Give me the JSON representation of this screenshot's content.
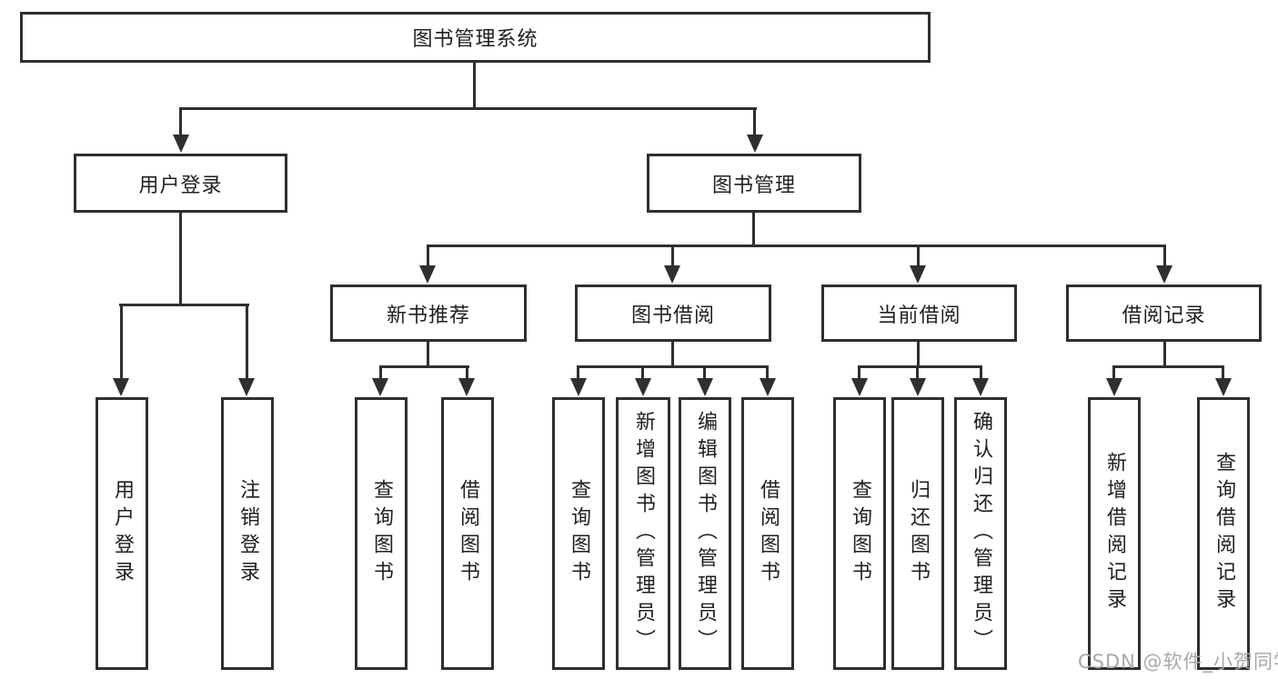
{
  "diagram": {
    "type": "hierarchy-tree",
    "root": {
      "label": "图书管理系统"
    },
    "branches": [
      {
        "label": "用户登录",
        "children": [
          {
            "label": "用户登录"
          },
          {
            "label": "注销登录"
          }
        ]
      },
      {
        "label": "图书管理",
        "children": [
          {
            "label": "新书推荐",
            "children": [
              {
                "label": "查询图书"
              },
              {
                "label": "借阅图书"
              }
            ]
          },
          {
            "label": "图书借阅",
            "children": [
              {
                "label": "查询图书"
              },
              {
                "label": "新增图书（管理员）"
              },
              {
                "label": "编辑图书（管理员）"
              },
              {
                "label": "借阅图书"
              }
            ]
          },
          {
            "label": "当前借阅",
            "children": [
              {
                "label": "查询图书"
              },
              {
                "label": "归还图书"
              },
              {
                "label": "确认归还（管理员）"
              }
            ]
          },
          {
            "label": "借阅记录",
            "children": [
              {
                "label": "新增借阅记录"
              },
              {
                "label": "查询借阅记录"
              }
            ]
          }
        ]
      }
    ]
  },
  "watermark": {
    "text": "CSDN @软件_小贺同学"
  },
  "colors": {
    "border": "#2f2f2f",
    "line": "#2f2f2f",
    "text": "#1f1f1f",
    "watermark": "#a8a8a8",
    "background": "#ffffff"
  }
}
